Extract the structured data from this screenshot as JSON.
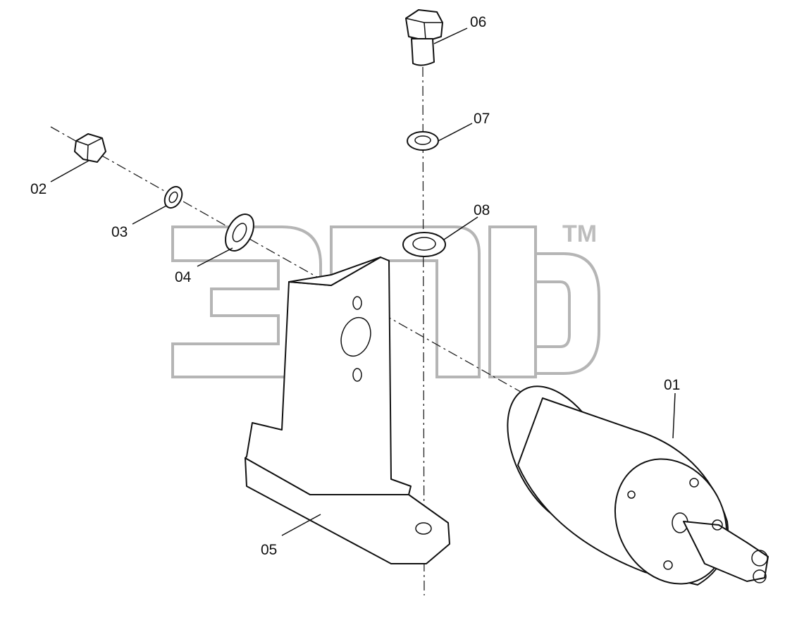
{
  "watermark": {
    "trademark": "TM"
  },
  "callouts": {
    "p01": "01",
    "p02": "02",
    "p03": "03",
    "p04": "04",
    "p05": "05",
    "p06": "06",
    "p07": "07",
    "p08": "08"
  }
}
